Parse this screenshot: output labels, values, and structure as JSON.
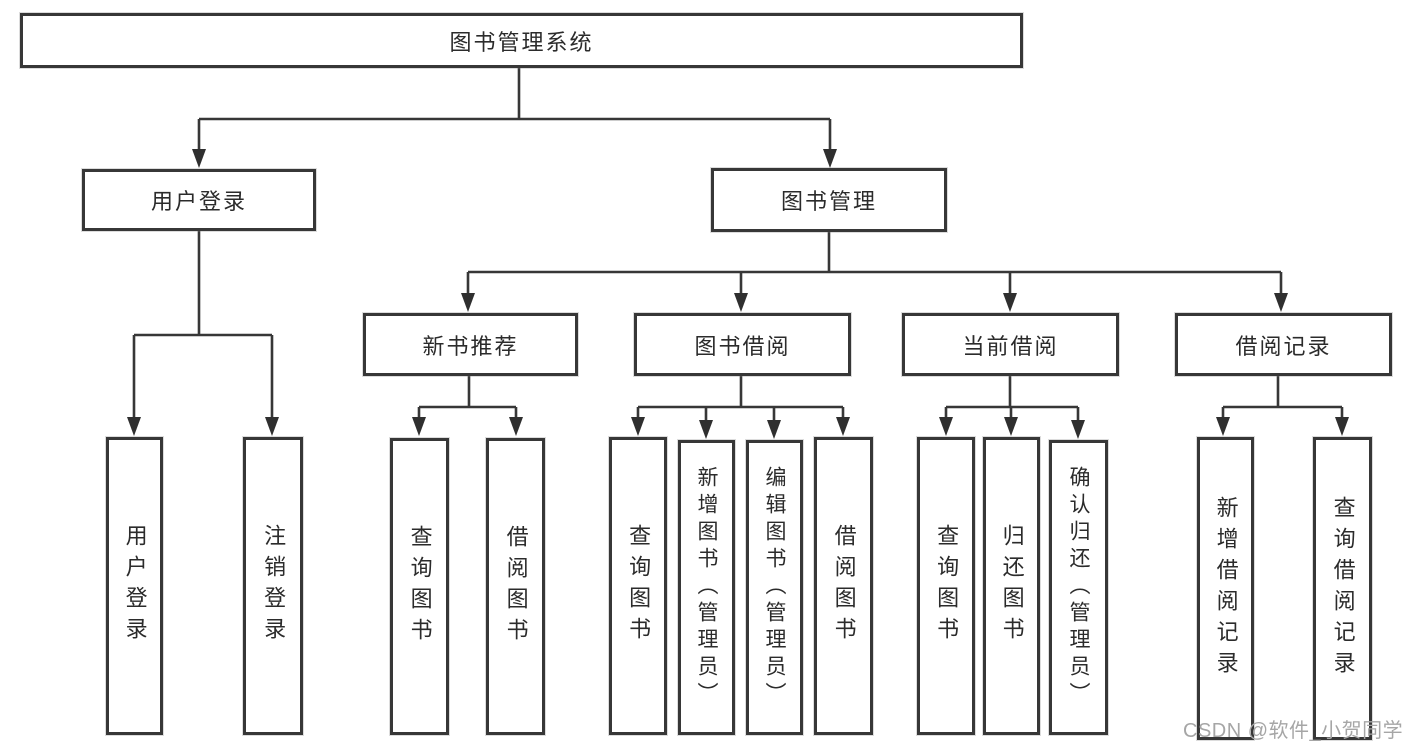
{
  "diagram": {
    "root": {
      "label": "图书管理系统"
    },
    "branches": [
      {
        "label": "用户登录",
        "children": [
          {
            "label": "用户登录"
          },
          {
            "label": "注销登录"
          }
        ]
      },
      {
        "label": "图书管理",
        "children": [
          {
            "label": "新书推荐",
            "leaves": [
              {
                "label": "查询图书"
              },
              {
                "label": "借阅图书"
              }
            ]
          },
          {
            "label": "图书借阅",
            "leaves": [
              {
                "label": "查询图书"
              },
              {
                "label": "新增图书（管理员）"
              },
              {
                "label": "编辑图书（管理员）"
              },
              {
                "label": "借阅图书"
              }
            ]
          },
          {
            "label": "当前借阅",
            "leaves": [
              {
                "label": "查询图书"
              },
              {
                "label": "归还图书"
              },
              {
                "label": "确认归还（管理员）"
              }
            ]
          },
          {
            "label": "借阅记录",
            "leaves": [
              {
                "label": "新增借阅记录"
              },
              {
                "label": "查询借阅记录"
              }
            ]
          }
        ]
      }
    ]
  },
  "watermark": {
    "text": "CSDN @软件_小贺同学"
  },
  "colors": {
    "line": "#373737",
    "border": "#373737",
    "text": "#2b2b2b",
    "watermark": "#a6a6a6",
    "background": "#ffffff"
  }
}
